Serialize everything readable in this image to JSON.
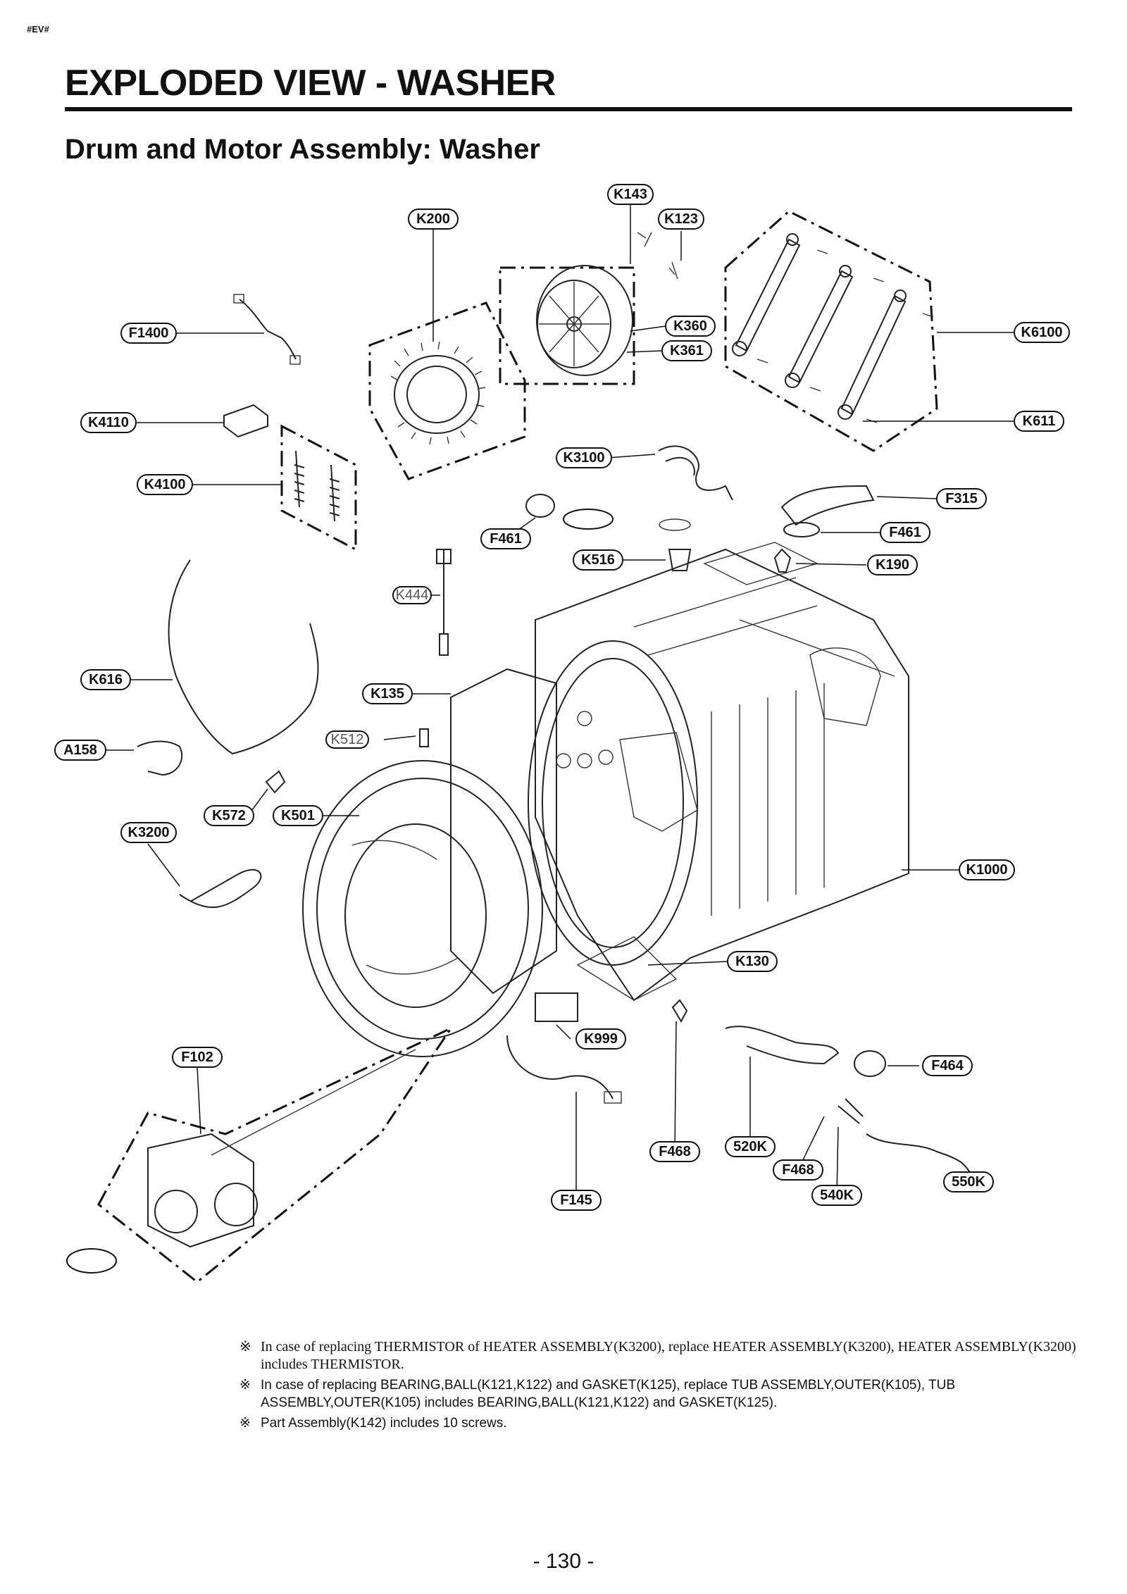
{
  "header": {
    "doc_tag": "#EV#",
    "title": "EXPLODED VIEW - WASHER",
    "subtitle": "Drum and Motor Assembly: Washer"
  },
  "callouts": [
    {
      "id": "K143",
      "label": "K143"
    },
    {
      "id": "K200",
      "label": "K200"
    },
    {
      "id": "K123",
      "label": "K123"
    },
    {
      "id": "F1400",
      "label": "F1400"
    },
    {
      "id": "K360",
      "label": "K360"
    },
    {
      "id": "K361",
      "label": "K361"
    },
    {
      "id": "K6100",
      "label": "K6100"
    },
    {
      "id": "K4110",
      "label": "K4110"
    },
    {
      "id": "K611",
      "label": "K611"
    },
    {
      "id": "K3100",
      "label": "K3100"
    },
    {
      "id": "K4100",
      "label": "K4100"
    },
    {
      "id": "F315",
      "label": "F315"
    },
    {
      "id": "F461a",
      "label": "F461"
    },
    {
      "id": "F461b",
      "label": "F461"
    },
    {
      "id": "K516",
      "label": "K516"
    },
    {
      "id": "K190",
      "label": "K190"
    },
    {
      "id": "K444",
      "label": "K444"
    },
    {
      "id": "K616",
      "label": "K616"
    },
    {
      "id": "K135",
      "label": "K135"
    },
    {
      "id": "K512",
      "label": "K512"
    },
    {
      "id": "A158",
      "label": "A158"
    },
    {
      "id": "K572",
      "label": "K572"
    },
    {
      "id": "K501",
      "label": "K501"
    },
    {
      "id": "K3200",
      "label": "K3200"
    },
    {
      "id": "K1000",
      "label": "K1000"
    },
    {
      "id": "K130",
      "label": "K130"
    },
    {
      "id": "K999",
      "label": "K999"
    },
    {
      "id": "F102",
      "label": "F102"
    },
    {
      "id": "F464",
      "label": "F464"
    },
    {
      "id": "F468a",
      "label": "F468"
    },
    {
      "id": "520K",
      "label": "520K"
    },
    {
      "id": "F468b",
      "label": "F468"
    },
    {
      "id": "550K",
      "label": "550K"
    },
    {
      "id": "540K",
      "label": "540K"
    },
    {
      "id": "F145",
      "label": "F145"
    }
  ],
  "notes": [
    {
      "mark": "※",
      "text": "In case of replacing THERMISTOR of HEATER ASSEMBLY(K3200), replace HEATER ASSEMBLY(K3200), HEATER ASSEMBLY(K3200) includes THERMISTOR.",
      "style": "serif"
    },
    {
      "mark": "※",
      "text": "In case of replacing BEARING,BALL(K121,K122) and GASKET(K125), replace TUB ASSEMBLY,OUTER(K105), TUB ASSEMBLY,OUTER(K105) includes BEARING,BALL(K121,K122) and GASKET(K125).",
      "style": "sans"
    },
    {
      "mark": "※",
      "text": "Part Assembly(K142) includes 10 screws.",
      "style": "sans"
    }
  ],
  "footer": {
    "page_number": "- 130 -"
  }
}
